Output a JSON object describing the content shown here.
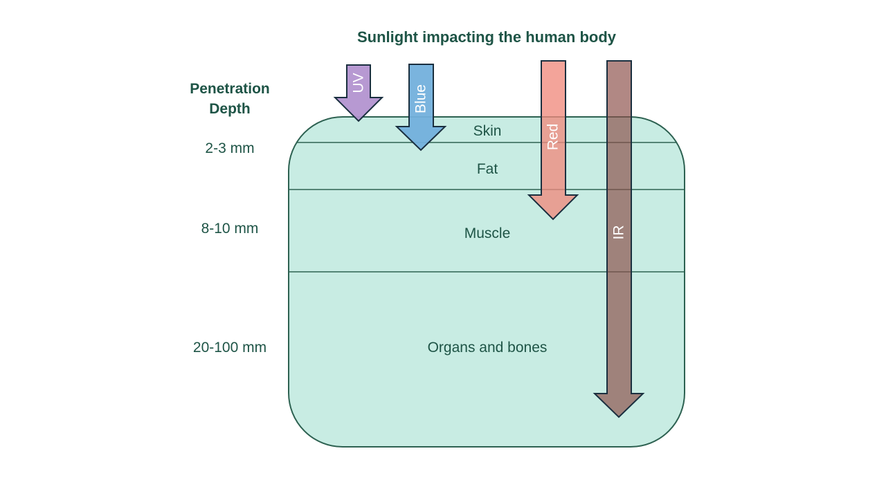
{
  "title": "Sunlight impacting the human body",
  "penetration_heading": {
    "line1": "Penetration",
    "line2": "Depth"
  },
  "depths": [
    {
      "label": "2-3 mm"
    },
    {
      "label": "8-10 mm"
    },
    {
      "label": "20-100 mm"
    }
  ],
  "layers": [
    {
      "label": "Skin"
    },
    {
      "label": "Fat"
    },
    {
      "label": "Muscle"
    },
    {
      "label": "Organs and bones"
    }
  ],
  "arrows": [
    {
      "label": "UV",
      "color": "#b394d0"
    },
    {
      "label": "Blue",
      "color": "#73b0dc"
    },
    {
      "label": "Red",
      "color": "#f08a7e"
    },
    {
      "label": "IR",
      "color": "#8c4f49"
    }
  ],
  "colors": {
    "text": "#1e5446",
    "body_fill": "#c8ece3",
    "body_stroke": "#2d6151",
    "arrow_stroke": "#1a2f3f",
    "arrow_label": "#ffffff"
  }
}
